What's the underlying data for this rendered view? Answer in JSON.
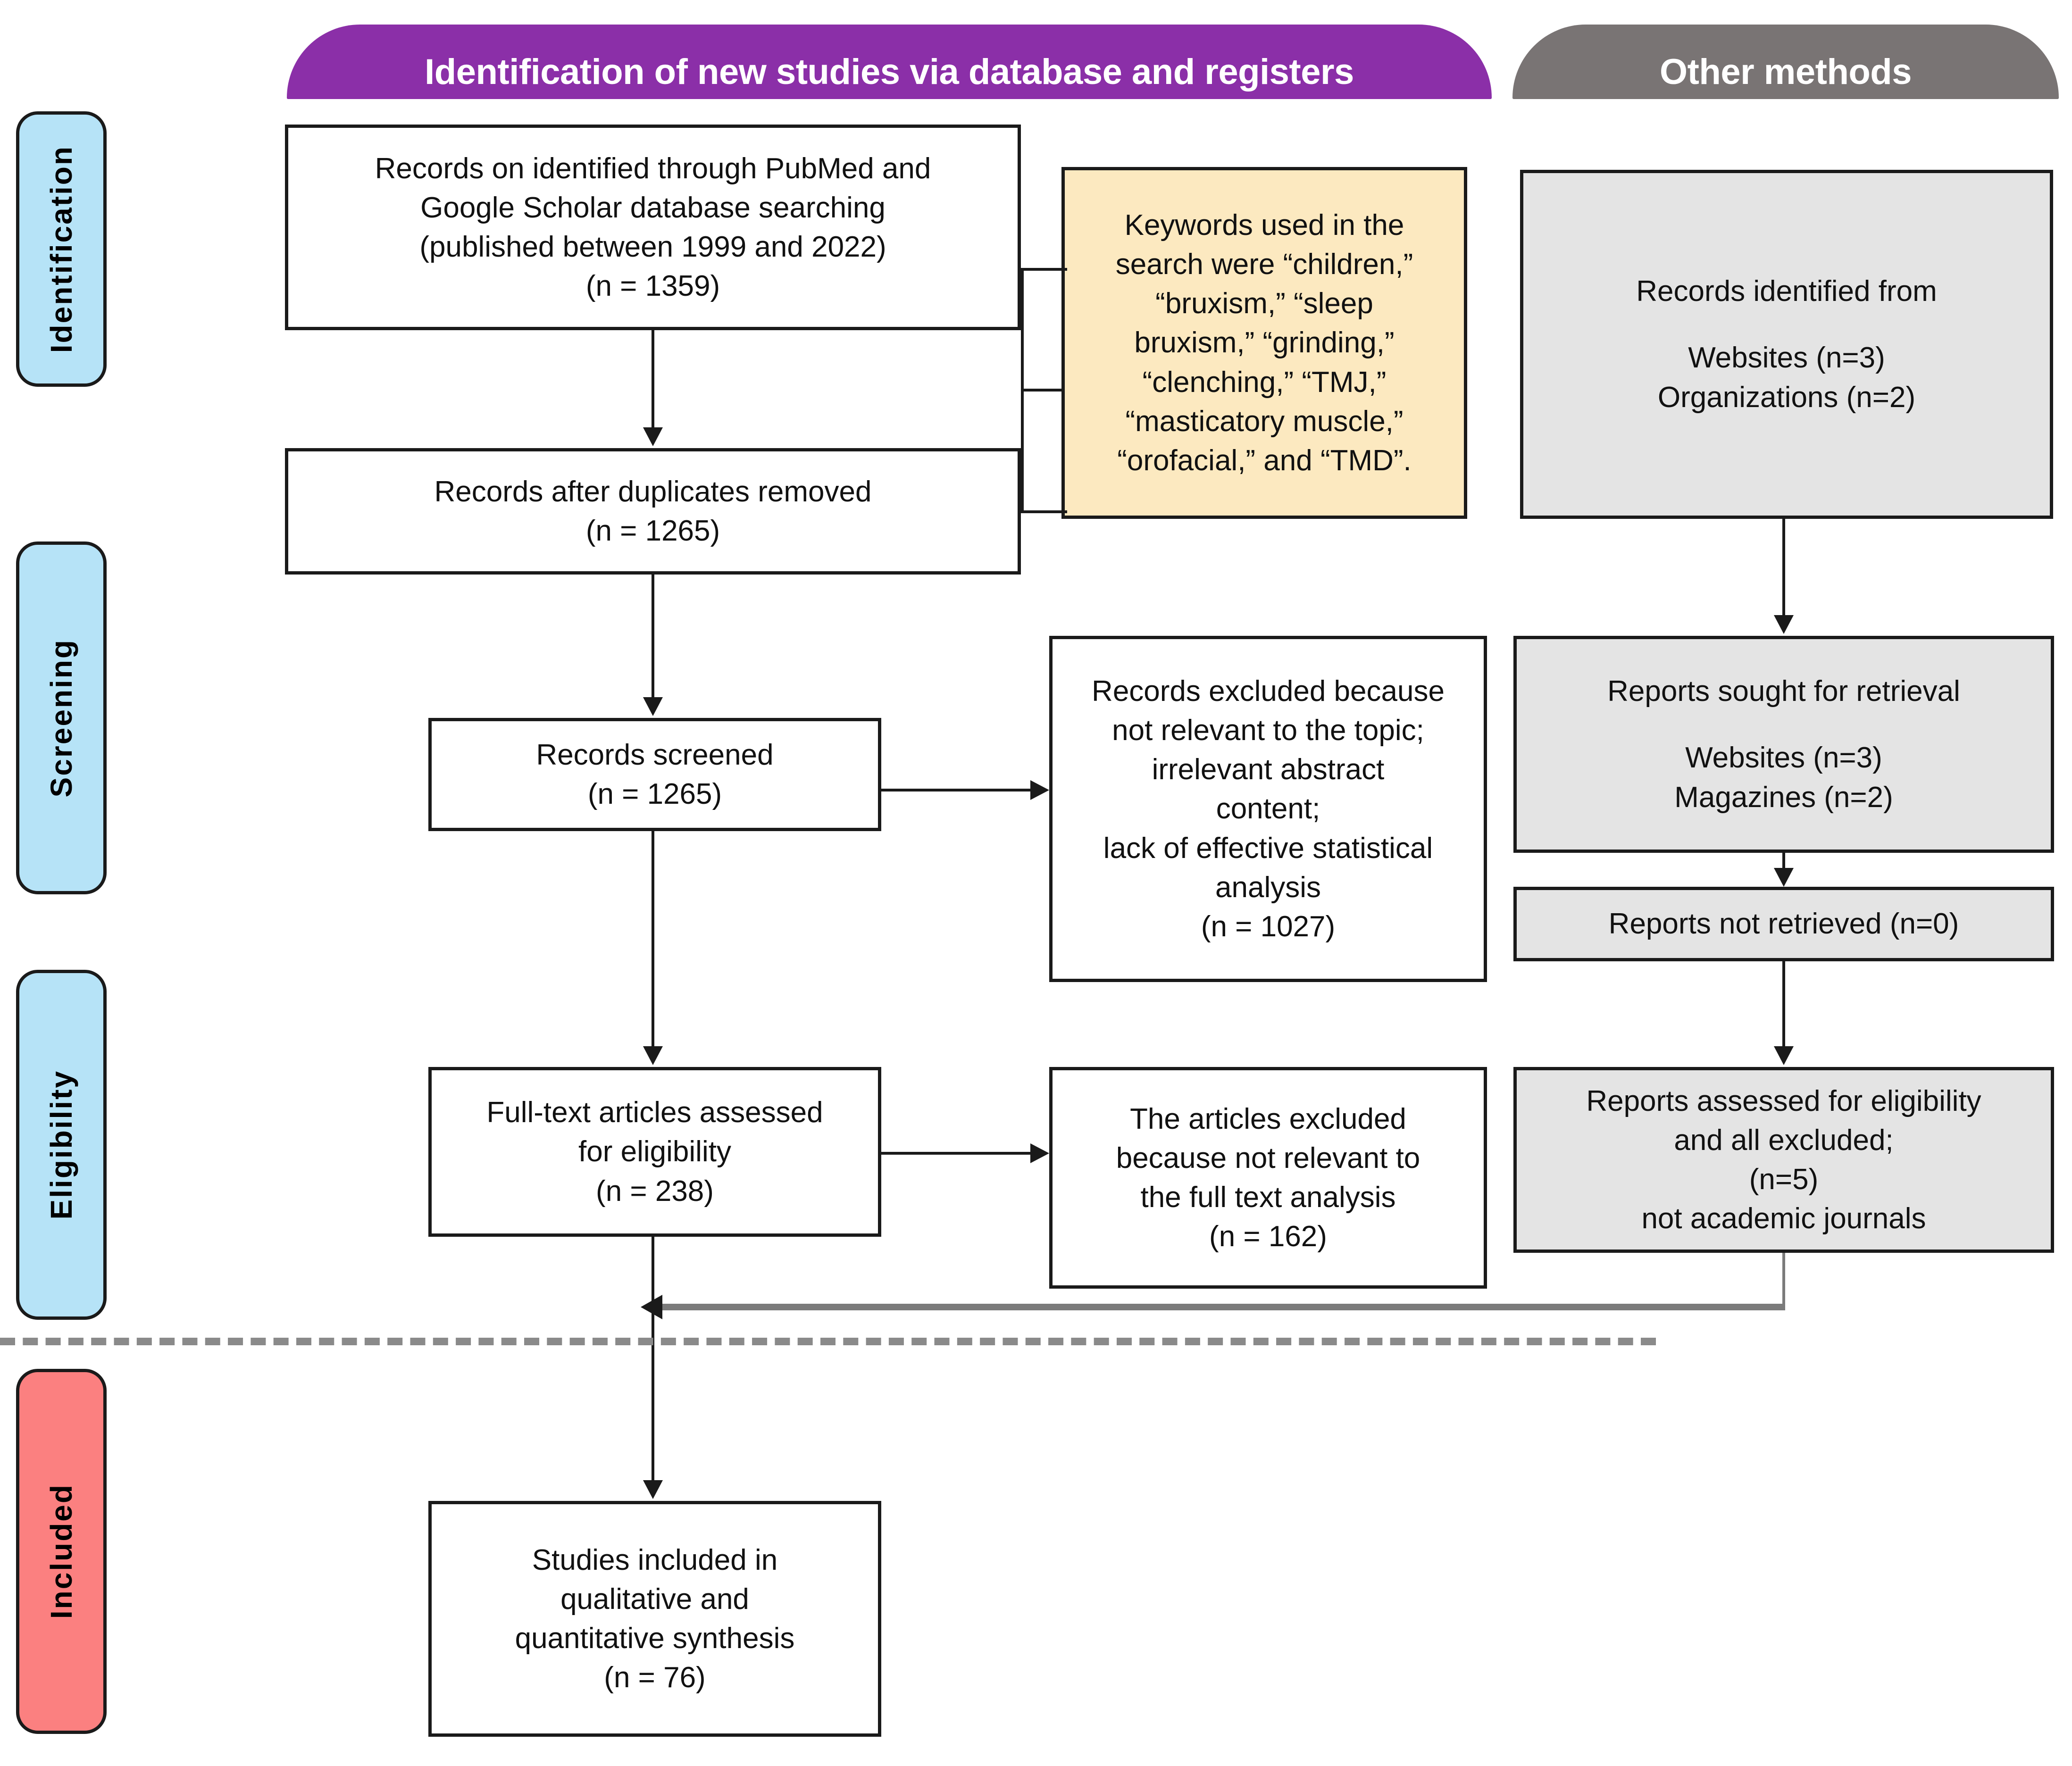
{
  "banners": {
    "database": "Identification of new studies via database and registers",
    "other": "Other methods"
  },
  "stages": [
    {
      "id": "identification",
      "label": "Identification",
      "color": "#b6e3f7"
    },
    {
      "id": "screening",
      "label": "Screening",
      "color": "#b6e3f7"
    },
    {
      "id": "eligibility",
      "label": "Eligibility",
      "color": "#b6e3f7"
    },
    {
      "id": "included",
      "label": "Included",
      "color": "#fb8080"
    }
  ],
  "boxes": {
    "records_identified": {
      "line1": "Records on identified through PubMed and",
      "line2": "Google Scholar database searching",
      "line3": "(published between 1999 and 2022)",
      "line4": "(n = 1359)"
    },
    "duplicates_removed": {
      "line1": "Records after duplicates removed",
      "line2": "(n = 1265)"
    },
    "records_screened": {
      "line1": "Records screened",
      "line2": "(n = 1265)"
    },
    "fulltext_assessed": {
      "line1": "Full-text articles assessed",
      "line2": "for eligibility",
      "line3": "(n = 238)"
    },
    "studies_included": {
      "line1": "Studies included in",
      "line2": "qualitative and",
      "line3": "quantitative synthesis",
      "line4": "(n = 76)"
    },
    "keywords": {
      "line1": "Keywords used in the",
      "line2": "search were “children,”",
      "line3": "“bruxism,” “sleep",
      "line4": "bruxism,” “grinding,”",
      "line5": "“clenching,” “TMJ,”",
      "line6": "“masticatory muscle,”",
      "line7": "“orofacial,” and “TMD”."
    },
    "records_excluded": {
      "line1": "Records excluded because",
      "line2": "not relevant to the topic;",
      "line3": "irrelevant abstract",
      "line4": "content;",
      "line5": "lack of effective statistical",
      "line6": "analysis",
      "line7": "(n = 1027)"
    },
    "articles_excluded": {
      "line1": "The articles excluded",
      "line2": "because not relevant to",
      "line3": "the full text analysis",
      "line4": "(n = 162)"
    },
    "records_identified_from": {
      "line1": "Records identified from",
      "line2": "Websites (n=3)",
      "line3": "Organizations (n=2)"
    },
    "reports_sought": {
      "line1": "Reports sought for retrieval",
      "line2": "Websites (n=3)",
      "line3": "Magazines (n=2)"
    },
    "reports_not_retrieved": {
      "line1": "Reports not retrieved (n=0)"
    },
    "reports_assessed": {
      "line1": "Reports assessed for eligibility",
      "line2": "and all excluded;",
      "line3": "(n=5)",
      "line4": "not academic journals"
    }
  },
  "colors": {
    "banner_database": "#8b2fa8",
    "banner_other": "#797474",
    "stage_blue": "#b6e3f7",
    "stage_red": "#fb8080",
    "box_gray": "#e4e4e4",
    "box_cream": "#fce9c0",
    "line": "#1a1a1a",
    "gray_connector": "#7b7b7b",
    "divider": "#8a8a8a"
  }
}
